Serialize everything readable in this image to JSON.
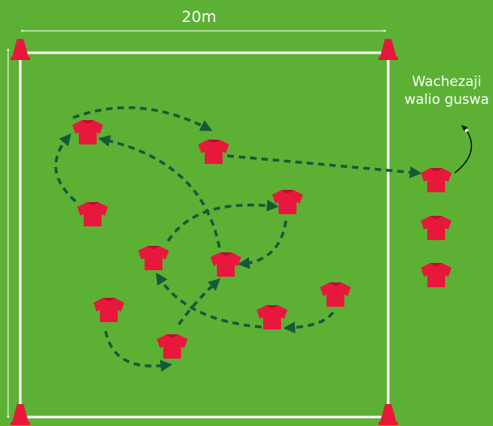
{
  "field": {
    "width_label": "20m",
    "colors": {
      "grass": "#5cb135",
      "lines": "#ffffff",
      "shirt": "#e8183c",
      "cone": "#e8183c",
      "arrow": "#145a3a"
    }
  },
  "callout": {
    "line1": "Wachezaji",
    "line2": "walio guswa"
  },
  "icons": {
    "player": "shirt-icon",
    "corner": "cone-icon"
  }
}
